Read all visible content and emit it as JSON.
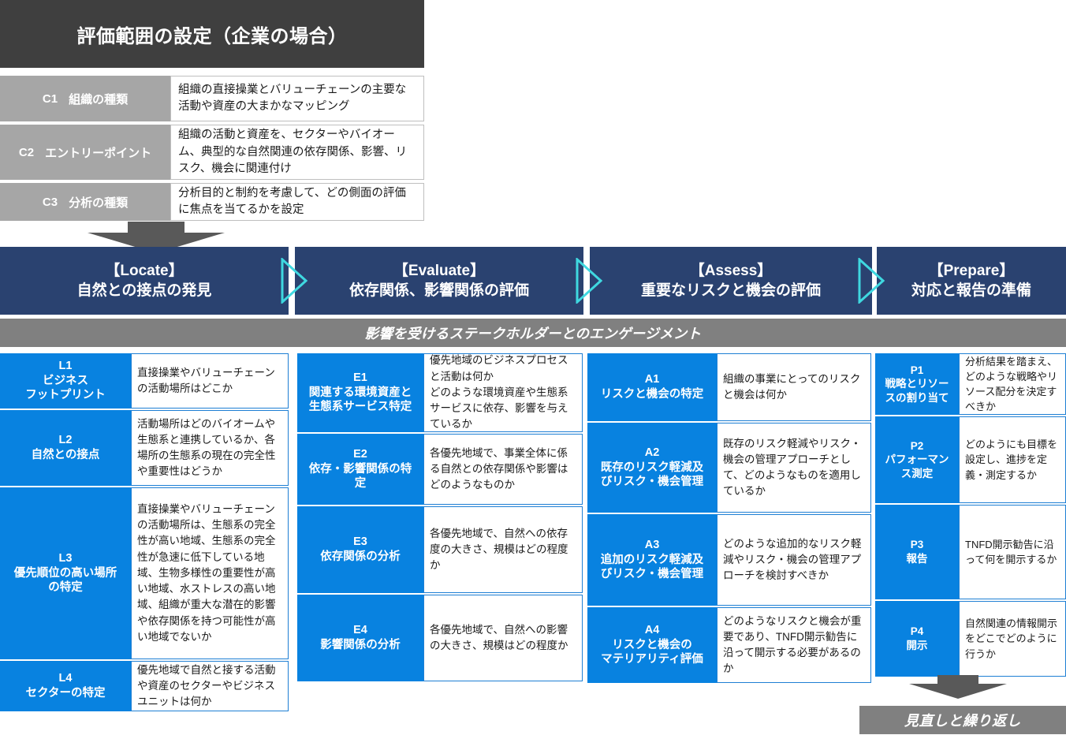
{
  "scope": {
    "title": "評価範囲の設定（企業の場合）",
    "rows": [
      {
        "code": "C1",
        "label": "組織の種類",
        "desc": "組織の直接操業とバリューチェーンの主要な活動や資産の大まかなマッピング"
      },
      {
        "code": "C2",
        "label": "エントリーポイント",
        "desc": "組織の活動と資産を、セクターやバイオーム、典型的な自然関連の依存関係、影響、リスク、機会に関連付け"
      },
      {
        "code": "C3",
        "label": "分析の種類",
        "desc": "分析目的と制約を考慮して、どの側面の評価に焦点を当てるかを設定"
      }
    ]
  },
  "phases": [
    {
      "en": "【Locate】",
      "jp": "自然との接点の発見"
    },
    {
      "en": "【Evaluate】",
      "jp": "依存関係、影響関係の評価"
    },
    {
      "en": "【Assess】",
      "jp": "重要なリスクと機会の評価"
    },
    {
      "en": "【Prepare】",
      "jp": "対応と報告の準備"
    }
  ],
  "stakeholder_bar": "影響を受けるステークホルダーとのエンゲージメント",
  "columns": {
    "locate": [
      {
        "code": "L1",
        "label": "ビジネス\nフットプリント",
        "desc": "直接操業やバリューチェーンの活動場所はどこか"
      },
      {
        "code": "L2",
        "label": "自然との接点",
        "desc": "活動場所はどのバイオームや生態系と連携しているか、各場所の生態系の現在の完全性や重要性はどうか"
      },
      {
        "code": "L3",
        "label": "優先順位の高い場所\nの特定",
        "desc": "直接操業やバリューチェーンの活動場所は、生態系の完全性が高い地域、生態系の完全性が急速に低下している地域、生物多様性の重要性が高い地域、水ストレスの高い地域、組織が重大な潜在的影響や依存関係を持つ可能性が高い地域でないか"
      },
      {
        "code": "L4",
        "label": "セクターの特定",
        "desc": "優先地域で自然と接する活動や資産のセクターやビジネスユニットは何か"
      }
    ],
    "evaluate": [
      {
        "code": "E1",
        "label": "関連する環境資産と\n生態系サービス特定",
        "desc": "優先地域のビジネスプロセスと活動は何か\nどのような環境資産や生態系サービスに依存、影響を与えているか"
      },
      {
        "code": "E2",
        "label": "依存・影響関係の特\n定",
        "desc": "各優先地域で、事業全体に係る自然との依存関係や影響はどのようなものか"
      },
      {
        "code": "E3",
        "label": "依存関係の分析",
        "desc": "各優先地域で、自然への依存度の大きさ、規模はどの程度か"
      },
      {
        "code": "E4",
        "label": "影響関係の分析",
        "desc": "各優先地域で、自然への影響の大きさ、規模はどの程度か"
      }
    ],
    "assess": [
      {
        "code": "A1",
        "label": "リスクと機会の特定",
        "desc": "組織の事業にとってのリスクと機会は何か"
      },
      {
        "code": "A2",
        "label": "既存のリスク軽減及\nびリスク・機会管理",
        "desc": "既存のリスク軽減やリスク・機会の管理アプローチとして、どのようなものを適用しているか"
      },
      {
        "code": "A3",
        "label": "追加のリスク軽減及\nびリスク・機会管理",
        "desc": "どのような追加的なリスク軽減やリスク・機会の管理アプローチを検討すべきか"
      },
      {
        "code": "A4",
        "label": "リスクと機会の\nマテリアリティ評価",
        "desc": "どのようなリスクと機会が重要であり、TNFD開示勧告に沿って開示する必要があるのか"
      }
    ],
    "prepare": [
      {
        "code": "P1",
        "label": "戦略とリソー\nスの割り当て",
        "desc": "分析結果を踏まえ、どのような戦略やリソース配分を決定すべきか"
      },
      {
        "code": "P2",
        "label": "パフォーマン\nス測定",
        "desc": "どのようにも目標を設定し、進捗を定義・測定するか"
      },
      {
        "code": "P3",
        "label": "報告",
        "desc": "TNFD開示勧告に沿って何を開示するか"
      },
      {
        "code": "P4",
        "label": "開示",
        "desc": "自然関連の情報開示をどこでどのように行うか"
      }
    ]
  },
  "loop_label": "見直しと繰り返し",
  "colors": {
    "scope_header": "#3F3F3F",
    "scope_label": "#A6A6A6",
    "phase": "#2A4270",
    "chevron": "#3FD8E0",
    "step_label": "#0882E0",
    "gray_bar": "#808080",
    "arrow": "#595959"
  }
}
